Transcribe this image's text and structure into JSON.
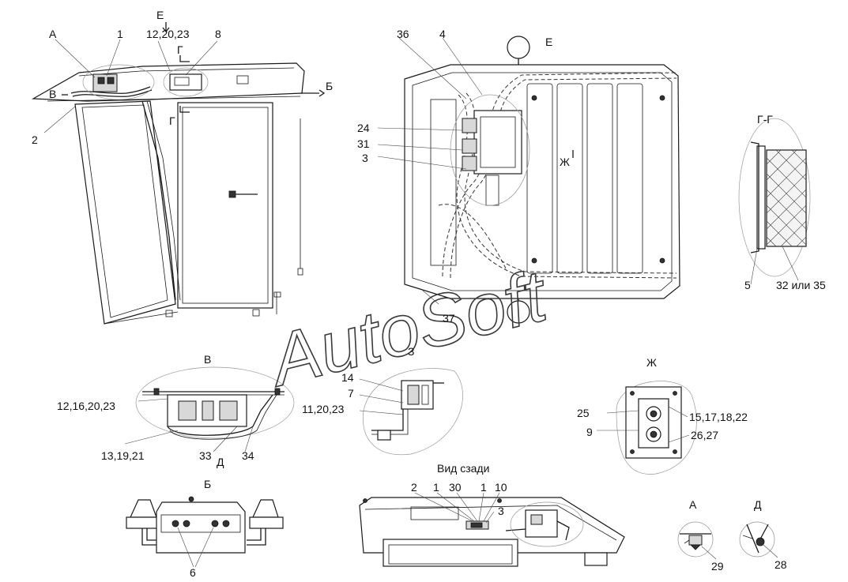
{
  "watermark": "AutoSoft",
  "labels": {
    "view_a": "А",
    "l1": "1",
    "view_e_arrow": "Е",
    "l12_20_23": "12,20,23",
    "l8": "8",
    "cut_g_top": "Г",
    "cut_g_bottom": "Г",
    "view_v_arrow": "В",
    "view_b_arrow": "Б",
    "l2": "2",
    "l36": "36",
    "l4": "4",
    "view_e_title": "Е",
    "l24": "24",
    "l31": "31",
    "l3": "3",
    "view_zh_arrow": "Ж",
    "l37": "37",
    "section_gg_title": "Г-Г",
    "l5": "5",
    "l32_35": "32 или 35",
    "view_v_title": "В",
    "l12_16_20_23": "12,16,20,23",
    "l13_19_21": "13,19,21",
    "l33": "33",
    "view_d_arrow": "Д",
    "l34": "34",
    "view_z_title": "З",
    "l14": "14",
    "l7": "7",
    "l11_20_23": "11,20,23",
    "view_zh_title": "Ж",
    "l25": "25",
    "l9": "9",
    "l15_17_18_22": "15,17,18,22",
    "l26_27": "26,27",
    "view_b_title": "Б",
    "l6": "6",
    "rear_view_title": "Вид сзади",
    "r2": "2",
    "r1a": "1",
    "r30": "30",
    "r1b": "1",
    "r10": "10",
    "r3": "3",
    "detail_a_title": "А",
    "l29": "29",
    "detail_d_title": "Д",
    "l28": "28"
  }
}
